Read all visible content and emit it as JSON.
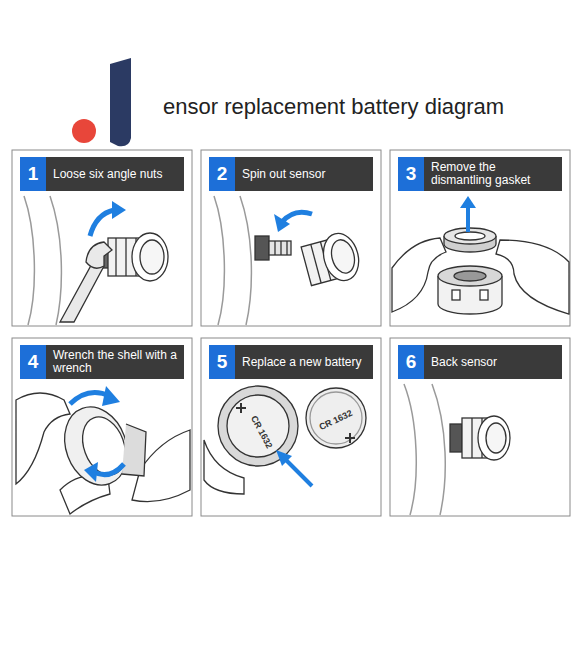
{
  "diagram": {
    "title": "ensor replacement battery diagram",
    "nodes": [
      {
        "text": [
          "Loose six angle nuts"
        ]
      },
      {
        "text": [
          "1"
        ],
        "in": 0
      },
      {
        "text": [
          "Spin out sensor"
        ]
      },
      {
        "text": [
          "2"
        ],
        "in": 2
      },
      {
        "text": [
          "Remove the dismantling gasket"
        ]
      },
      {
        "text": [
          "3"
        ],
        "in": 4
      },
      {
        "text": [
          "Wrench the shell with a wrench"
        ]
      },
      {
        "text": [
          "4"
        ],
        "in": 6
      },
      {
        "text": [
          "Replace a new battery"
        ]
      },
      {
        "text": [
          "5"
        ],
        "in": 8
      },
      {
        "text": [
          "Back sensor"
        ]
      },
      {
        "text": [
          "6"
        ],
        "in": 10
      }
    ],
    "labels": [
      "CR 1632",
      "CR 1632"
    ]
  }
}
